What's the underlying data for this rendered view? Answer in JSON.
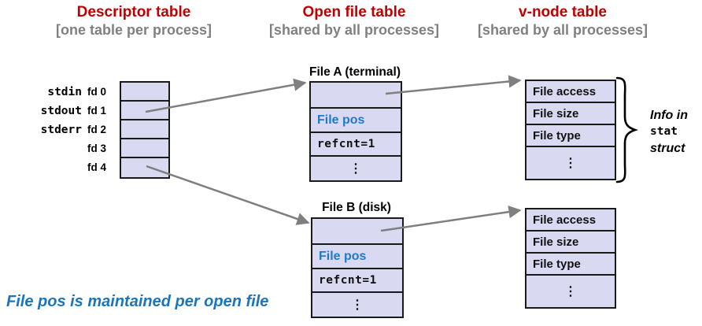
{
  "headers": [
    {
      "title": "Descriptor table",
      "subtitle": "[one table per process]"
    },
    {
      "title": "Open file table",
      "subtitle": "[shared by all processes]"
    },
    {
      "title": "v-node table",
      "subtitle": "[shared by all processes]"
    }
  ],
  "descriptor_table": {
    "std_labels": [
      "stdin",
      "stdout",
      "stderr"
    ],
    "fd_labels": [
      "fd 0",
      "fd 1",
      "fd 2",
      "fd 3",
      "fd 4"
    ]
  },
  "open_file_tables": [
    {
      "title": "File A (terminal)",
      "rows": [
        "",
        "File pos",
        "refcnt=1",
        "⋮"
      ]
    },
    {
      "title": "File B (disk)",
      "rows": [
        "",
        "File pos",
        "refcnt=1",
        "⋮"
      ]
    }
  ],
  "vnode_tables": [
    {
      "rows": [
        "File access",
        "File size",
        "File type",
        "⋮"
      ]
    },
    {
      "rows": [
        "File access",
        "File size",
        "File type",
        "⋮"
      ]
    }
  ],
  "stat_annotation": {
    "lines": [
      "Info in",
      "stat",
      "struct"
    ]
  },
  "footer_note": "File pos is maintained per open file",
  "colors": {
    "header_red": "#c00000",
    "subtitle_gray": "#808080",
    "cell_fill": "#d9d9f2",
    "cell_border": "#1a1a1a",
    "file_pos_blue": "#1f7ac9",
    "footer_blue": "#1b75bc",
    "arrow_gray": "#7f7f7f"
  }
}
